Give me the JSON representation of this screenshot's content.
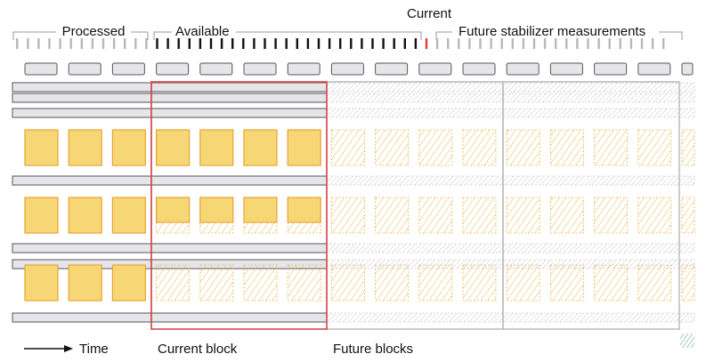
{
  "labels": {
    "processed": "Processed",
    "available": "Available",
    "current": "Current",
    "future_stabilizer": "Future stabilizer measurements",
    "time": "Time",
    "current_block": "Current block",
    "future_blocks": "Future blocks"
  },
  "colors": {
    "square_fill": "#f7d775",
    "square_stroke": "#e8a433",
    "hatch": "#e8b84a",
    "available_tick": "#111111",
    "processed_tick": "#b8b8b8",
    "current_tick": "#e83a3a",
    "current_block_border": "#d94848",
    "band_fill": "#e6e6ea",
    "band_stroke": "#555555",
    "future_block_border": "#bbbbbb",
    "legend_hatch": "#3aa655"
  },
  "counts": {
    "processed_ticks": 13,
    "available_ticks": 25,
    "future_ticks": 22
  },
  "icons": {
    "time_arrow": "right-arrow-icon",
    "legend_swatch": "hatched-swatch-icon"
  }
}
